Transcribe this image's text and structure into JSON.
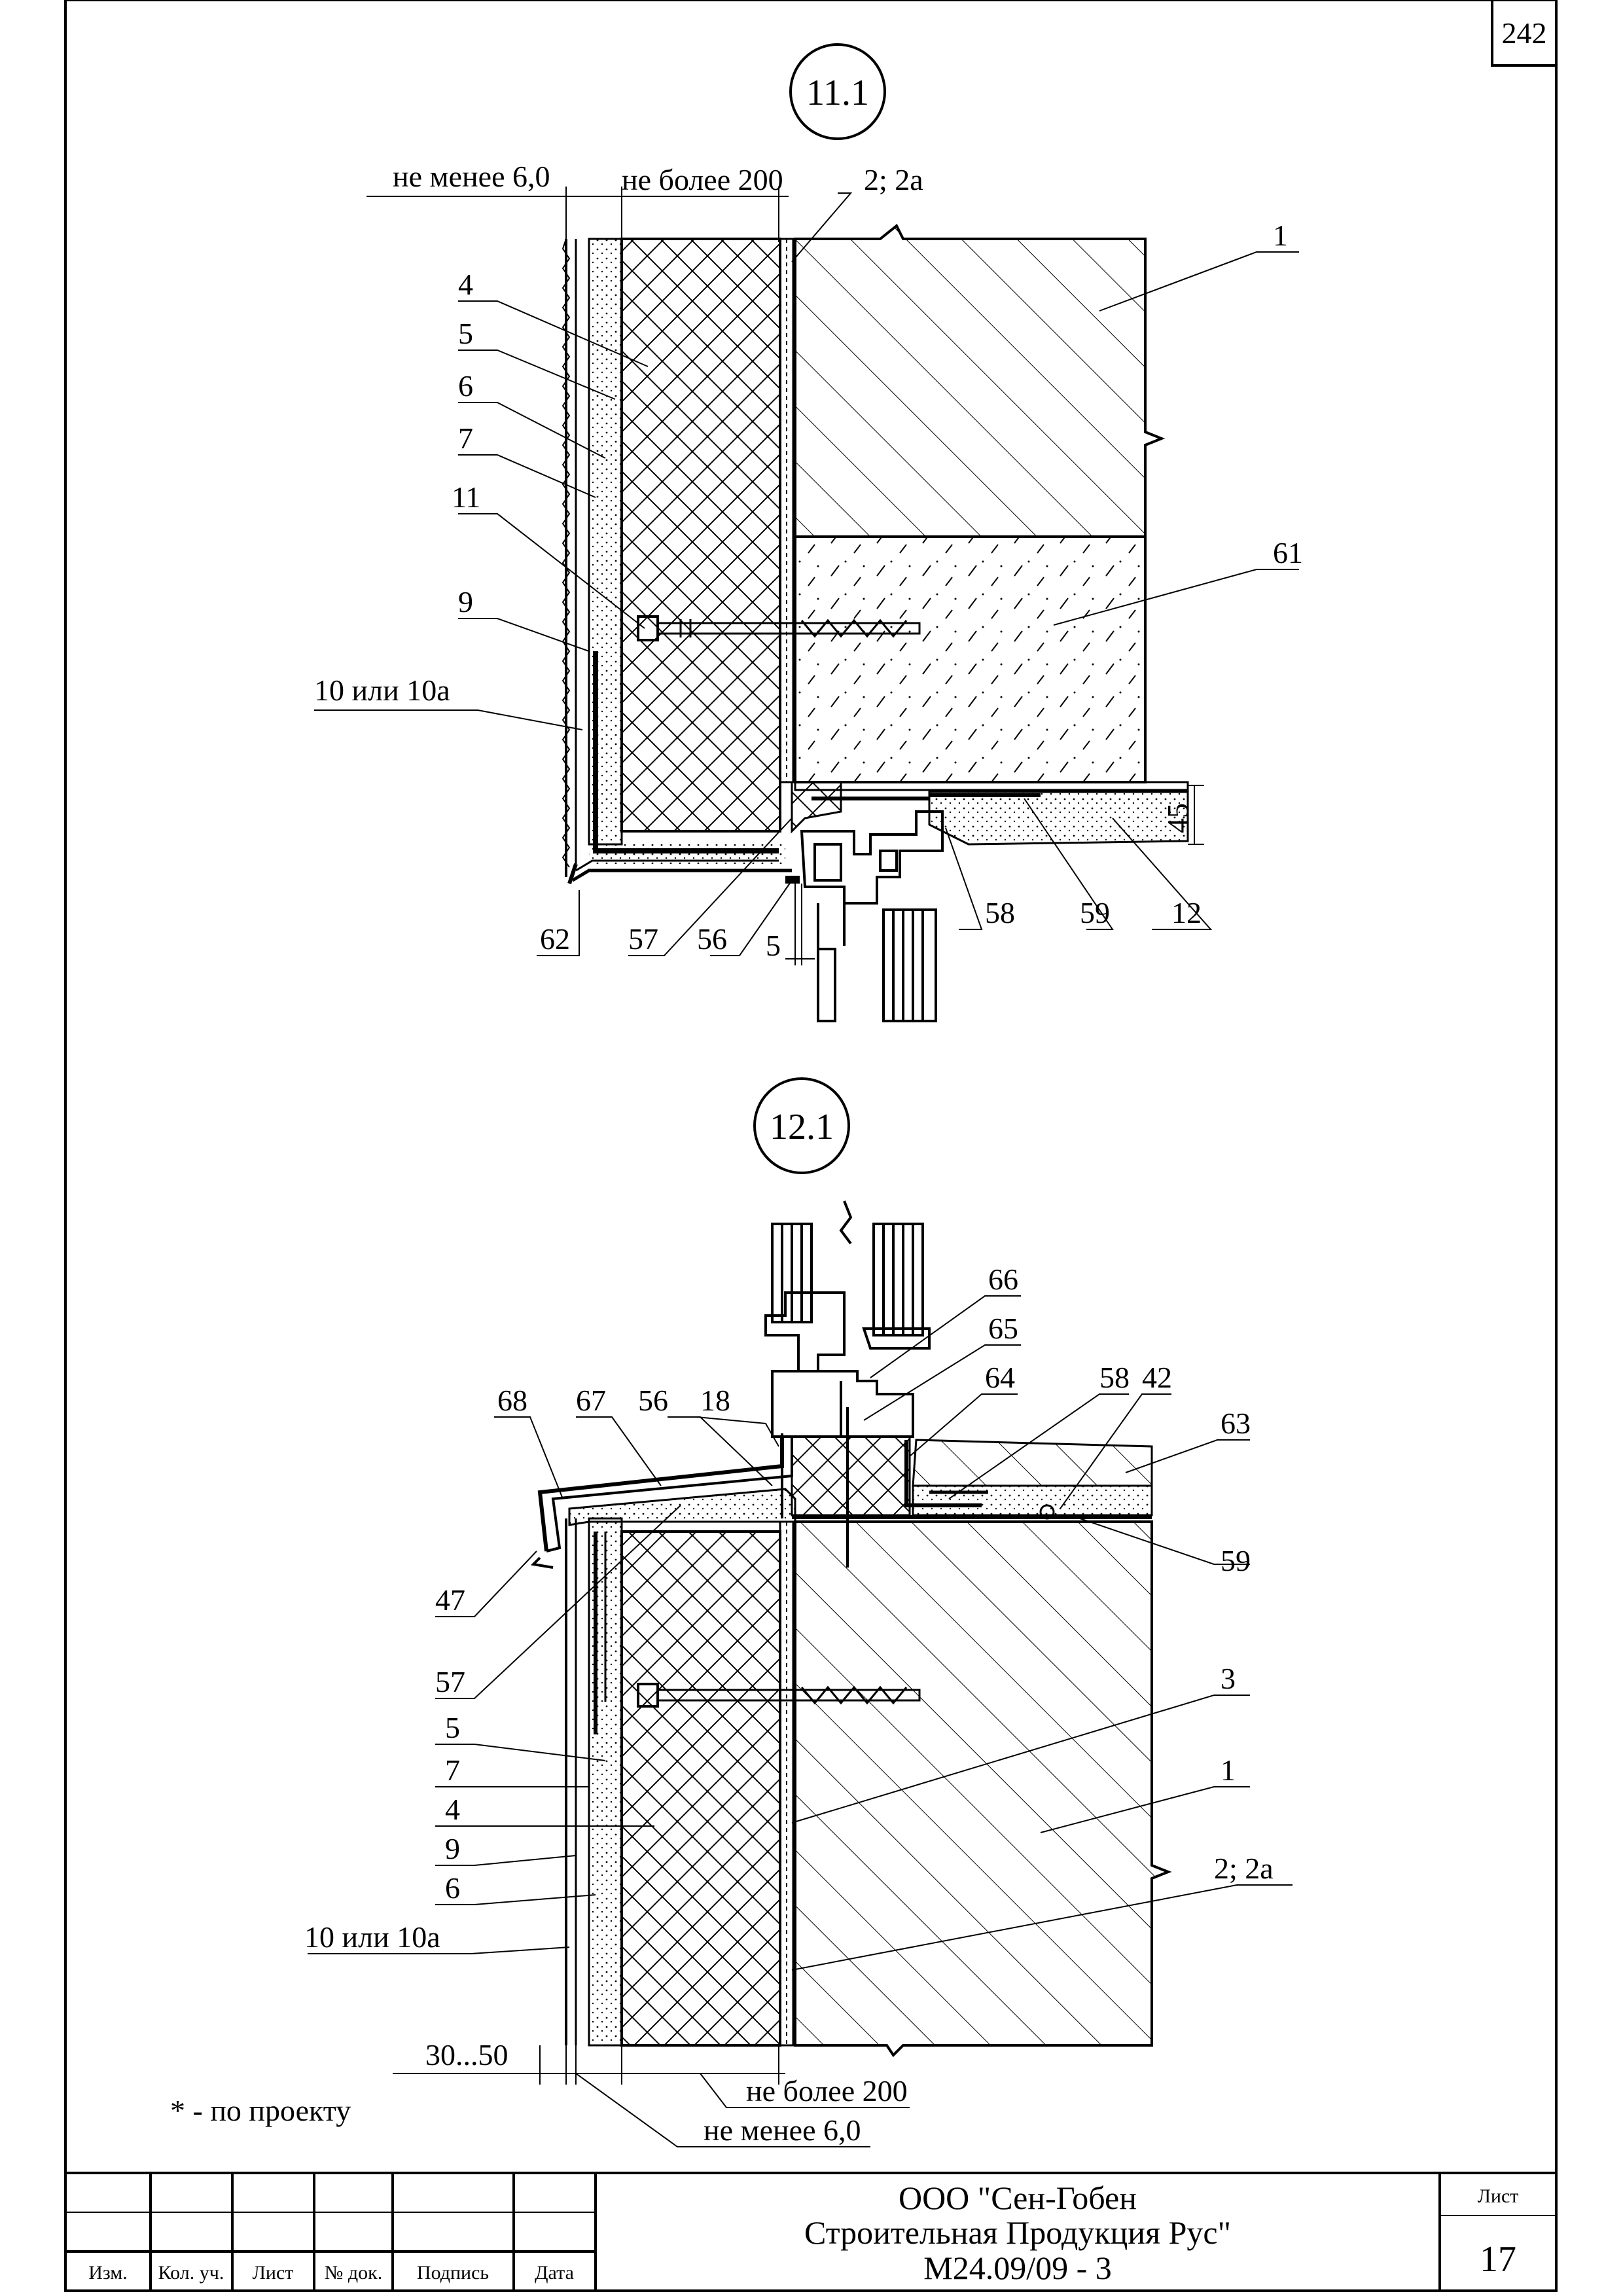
{
  "page_number": "242",
  "details": [
    {
      "id": "11.1",
      "dim_top_left": "не менее 6,0",
      "dim_top_right": "не более 200",
      "dim_height": "45",
      "dim_gap": "5",
      "labels": {
        "l_2_2a": "2; 2а",
        "l_1": "1",
        "l_4": "4",
        "l_5": "5",
        "l_6": "6",
        "l_7": "7",
        "l_11": "11",
        "l_9": "9",
        "l_10": "10 или 10а",
        "l_61": "61",
        "l_62": "62",
        "l_57": "57",
        "l_56": "56",
        "l_58": "58",
        "l_59": "59",
        "l_12": "12"
      }
    },
    {
      "id": "12.1",
      "dim_bottom_left": "30...50",
      "dim_bottom_right": "не более 200",
      "dim_bottom_min": "не менее 6,0",
      "labels": {
        "l_66": "66",
        "l_65": "65",
        "l_64": "64",
        "l_58": "58",
        "l_42": "42",
        "l_63": "63",
        "l_68": "68",
        "l_67": "67",
        "l_56": "56",
        "l_18": "18",
        "l_59": "59",
        "l_47": "47",
        "l_57": "57",
        "l_3": "3",
        "l_5": "5",
        "l_7": "7",
        "l_1": "1",
        "l_4": "4",
        "l_9": "9",
        "l_6": "6",
        "l_2_2a": "2; 2а",
        "l_10": "10 или 10а"
      }
    }
  ],
  "note": "* - по проекту",
  "title_block": {
    "columns": [
      "Изм.",
      "Кол. уч.",
      "Лист",
      "№ док.",
      "Подпись",
      "Дата"
    ],
    "company_line1": "ООО \"Сен-Гобен",
    "company_line2": "Строительная Продукция Рус\"",
    "doc_code": "М24.09/09 - 3",
    "sheet_label": "Лист",
    "sheet_number": "17"
  }
}
